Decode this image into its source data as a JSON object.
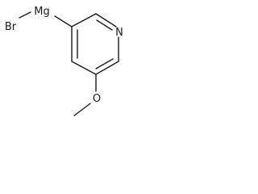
{
  "molecule": {
    "atoms": {
      "magnesium": "Mg",
      "bromine": "Br",
      "nitrogen": "N",
      "oxygen": "O"
    }
  }
}
